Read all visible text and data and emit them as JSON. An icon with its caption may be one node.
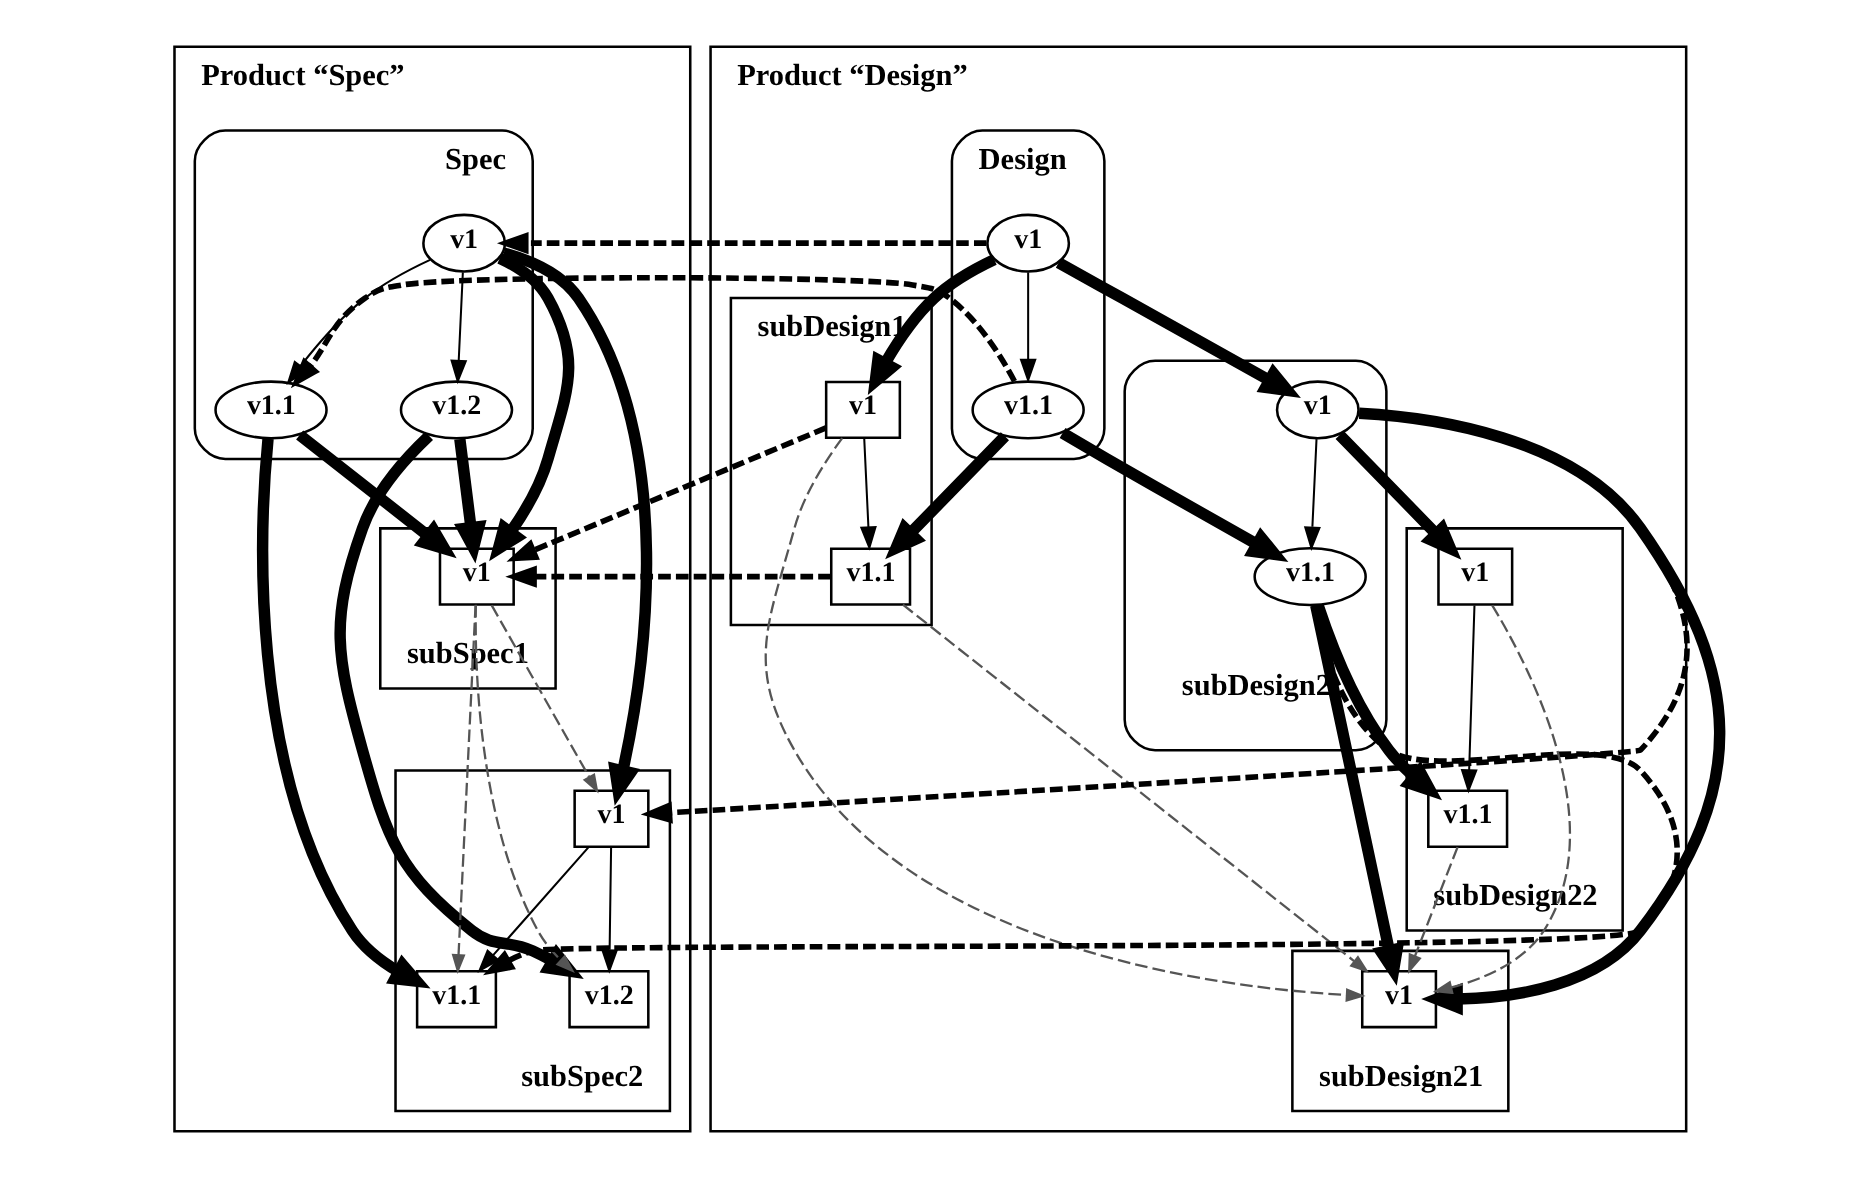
{
  "diagram": {
    "nodes": [
      {
        "text": [
          "Product “Spec”"
        ]
      },
      {
        "text": [
          "Spec"
        ],
        "in": 0
      },
      {
        "text": [
          "v1"
        ],
        "in": 1
      },
      {
        "text": [
          "v1.1"
        ],
        "in": 1
      },
      {
        "text": [
          "v1.2"
        ],
        "in": 1
      },
      {
        "text": [
          "subSpec1"
        ],
        "in": 0
      },
      {
        "text": [
          "v1"
        ],
        "in": 5
      },
      {
        "text": [
          "subSpec2"
        ],
        "in": 0
      },
      {
        "text": [
          "v1"
        ],
        "in": 7
      },
      {
        "text": [
          "v1.1"
        ],
        "in": 7
      },
      {
        "text": [
          "v1.2"
        ],
        "in": 7
      },
      {
        "text": [
          "Product “Design”"
        ]
      },
      {
        "text": [
          "Design"
        ],
        "in": 11
      },
      {
        "text": [
          "v1"
        ],
        "in": 12
      },
      {
        "text": [
          "v1.1"
        ],
        "in": 12
      },
      {
        "text": [
          "subDesign1"
        ],
        "in": 11
      },
      {
        "text": [
          "v1"
        ],
        "in": 15
      },
      {
        "text": [
          "v1.1"
        ],
        "in": 15
      },
      {
        "text": [
          "subDesign2"
        ],
        "in": 11
      },
      {
        "text": [
          "v1"
        ],
        "in": 18
      },
      {
        "text": [
          "v1.1"
        ],
        "in": 18
      },
      {
        "text": [
          "subDesign21"
        ],
        "in": 11
      },
      {
        "text": [
          "v1"
        ],
        "in": 21
      },
      {
        "text": [
          "subDesign22"
        ],
        "in": 11
      },
      {
        "text": [
          "v1"
        ],
        "in": 23
      },
      {
        "text": [
          "v1.1"
        ],
        "in": 23
      }
    ],
    "edges": [
      {
        "from": 2,
        "to": 3,
        "arrow": "to"
      },
      {
        "from": 2,
        "to": 4,
        "arrow": "to"
      },
      {
        "from": 3,
        "to": 6,
        "arrow": "to",
        "style": "thick"
      },
      {
        "from": 2,
        "to": 6,
        "arrow": "to",
        "style": "thick"
      },
      {
        "from": 4,
        "to": 6,
        "arrow": "to",
        "style": "thick"
      },
      {
        "from": 2,
        "to": 8,
        "arrow": "to",
        "style": "thick"
      },
      {
        "from": 4,
        "to": 10,
        "arrow": "to",
        "style": "thick"
      },
      {
        "from": 3,
        "to": 9,
        "arrow": "to",
        "style": "thick"
      },
      {
        "from": 8,
        "to": 9,
        "arrow": "to"
      },
      {
        "from": 8,
        "to": 10,
        "arrow": "to"
      },
      {
        "from": 6,
        "to": 9,
        "arrow": "to",
        "style": "dashed",
        "color": "#555555"
      },
      {
        "from": 6,
        "to": 8,
        "arrow": "to",
        "style": "dashed",
        "color": "#555555"
      },
      {
        "from": 6,
        "to": 10,
        "arrow": "to",
        "style": "dashed",
        "color": "#555555"
      },
      {
        "from": 14,
        "to": 3,
        "arrow": "to",
        "style": "dashed"
      },
      {
        "from": 13,
        "to": 2,
        "arrow": "to",
        "style": "dashed"
      },
      {
        "from": 13,
        "to": 14,
        "arrow": "to"
      },
      {
        "from": 13,
        "to": 16,
        "arrow": "to",
        "style": "thick"
      },
      {
        "from": 14,
        "to": 17,
        "arrow": "to",
        "style": "thick"
      },
      {
        "from": 13,
        "to": 19,
        "arrow": "to",
        "style": "thick"
      },
      {
        "from": 14,
        "to": 20,
        "arrow": "to",
        "style": "thick"
      },
      {
        "from": 20,
        "to": 9,
        "arrow": "to",
        "style": "dashed"
      },
      {
        "from": 16,
        "to": 17,
        "arrow": "to"
      },
      {
        "from": 17,
        "to": 6,
        "arrow": "to",
        "style": "dashed"
      },
      {
        "from": 16,
        "to": 6,
        "arrow": "to",
        "style": "dashed"
      },
      {
        "from": 19,
        "to": 20,
        "arrow": "to"
      },
      {
        "from": 19,
        "to": 8,
        "arrow": "to",
        "style": "dashed"
      },
      {
        "from": 16,
        "to": 22,
        "arrow": "to",
        "style": "dashed",
        "color": "#555555"
      },
      {
        "from": 17,
        "to": 22,
        "arrow": "to",
        "style": "dashed",
        "color": "#555555"
      },
      {
        "from": 19,
        "to": 22,
        "arrow": "to",
        "style": "thick"
      },
      {
        "from": 20,
        "to": 22,
        "arrow": "to",
        "style": "thick"
      },
      {
        "from": 19,
        "to": 24,
        "arrow": "to",
        "style": "thick"
      },
      {
        "from": 20,
        "to": 25,
        "arrow": "to",
        "style": "thick"
      },
      {
        "from": 24,
        "to": 25,
        "arrow": "to"
      },
      {
        "from": 25,
        "to": 22,
        "arrow": "to",
        "style": "dashed",
        "color": "#555555"
      },
      {
        "from": 24,
        "to": 22,
        "arrow": "to",
        "style": "dashed",
        "color": "#555555"
      }
    ]
  }
}
